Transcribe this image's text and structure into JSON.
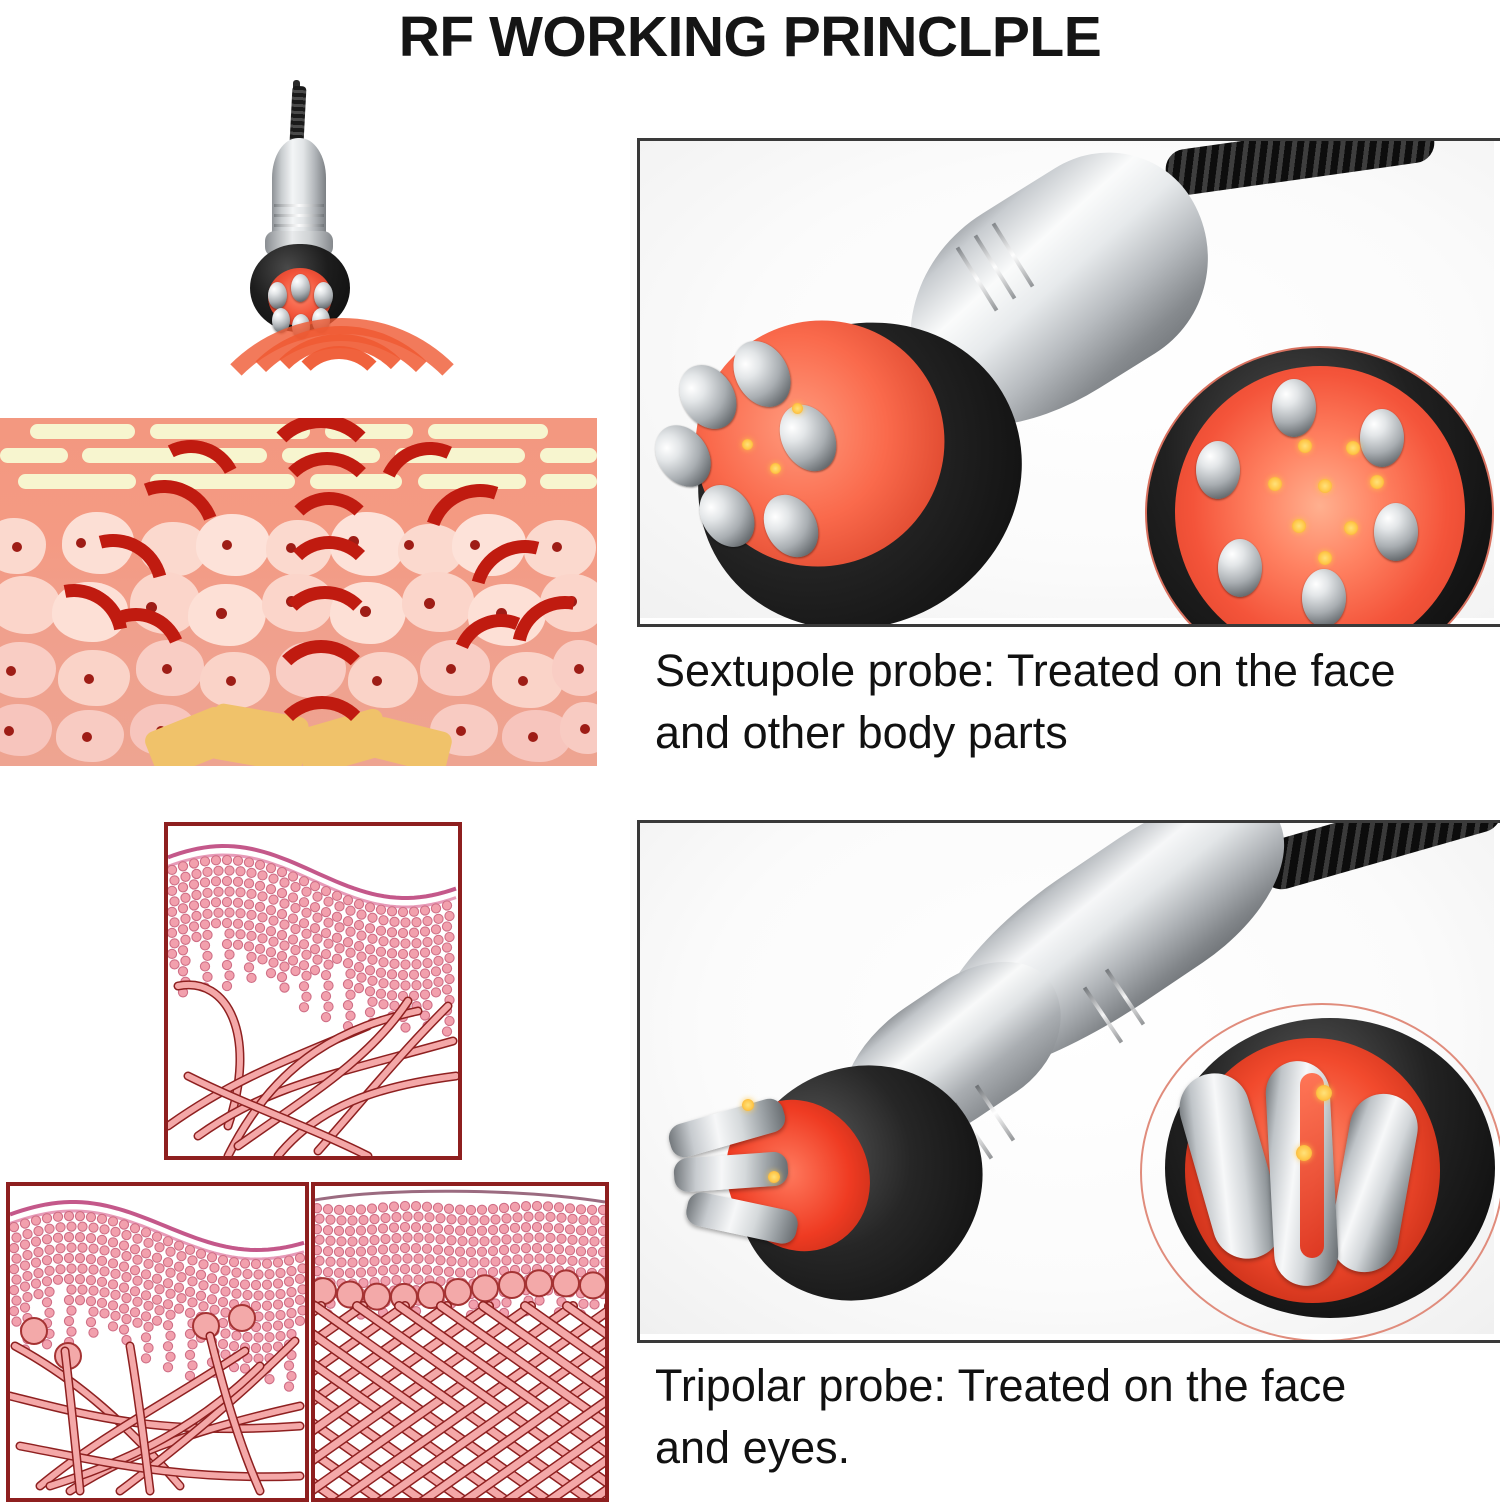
{
  "title": "RF WORKING PRINCLPLE",
  "captions": {
    "sextupole": "Sextupole probe: Treated on the face\n and other body parts",
    "tripolar": "Tripolar probe: Treated on the face\n and eyes."
  },
  "panels": {
    "skin_diagram": "skin cross-section with RF radio frequency waves penetrating epidermis dermis and fat",
    "sextupole_photo": "sextupole RF probe handpiece with six metal ball electrodes and red glow, plus magnified head view",
    "tripolar_photo": "tripolar RF probe handpiece with three metal rod electrodes and red glow, plus magnified head view",
    "collagen_loose": "loose sagging collagen fibers under skin",
    "collagen_before": "collagen fibers before RF treatment, disordered network",
    "collagen_after": "collagen fibers after RF treatment, tightened ordered lattice"
  },
  "icons": {
    "probe_small": "rf-probe-icon",
    "rf_waves": "radio-wave-icon"
  },
  "colors": {
    "title_text": "#151515",
    "caption_text": "#111111",
    "frame_border": "#3a3a3a",
    "collagen_border": "#8e1f1f",
    "rf_wave": "#f05a33",
    "skin_dermis": "#f39880",
    "epidermis_band": "#f7f5cf",
    "fat": "#f0c26a",
    "probe_glow": "#f4543a",
    "led": "#ffc84a",
    "collagen_fiber": "#f3a3a3"
  }
}
